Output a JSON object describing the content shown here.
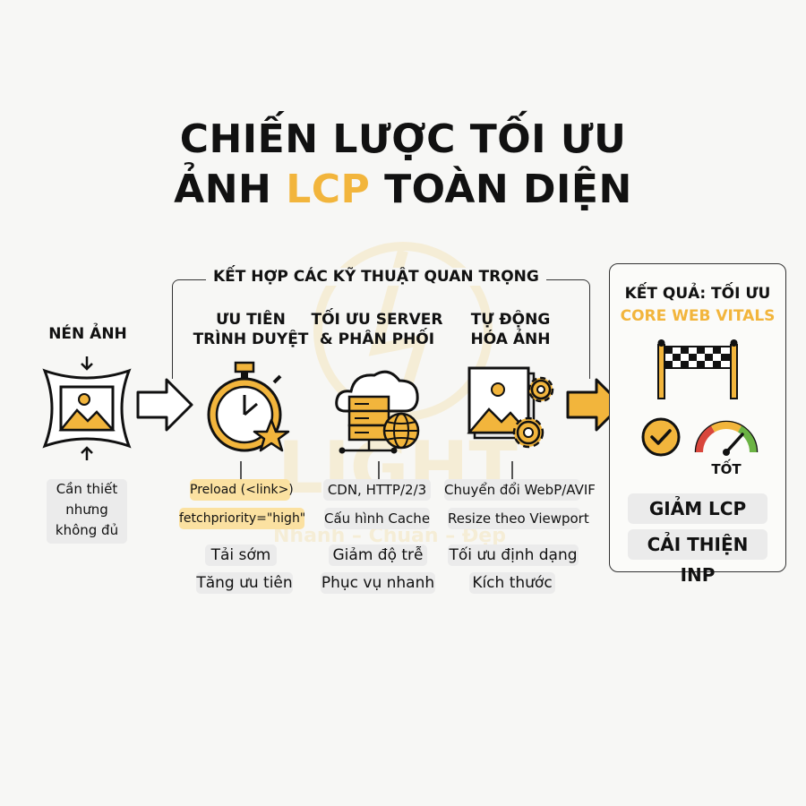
{
  "title": {
    "line1": "CHIẾN LƯỢC TỐI ƯU",
    "line2_pre": "ẢNH ",
    "line2_accent": "LCP",
    "line2_post": " TOÀN DIỆN"
  },
  "watermark": {
    "brand": "LIGHT",
    "tagline": "Nhanh – Chuẩn – Đẹp"
  },
  "compress": {
    "label": "NÉN ẢNH",
    "notes": [
      "Cần thiết",
      "nhưng",
      "không đủ"
    ]
  },
  "combine_label": "KẾT HỢP CÁC KỸ THUẬT QUAN TRỌNG",
  "columns": [
    {
      "head": [
        "ƯU TIÊN",
        "TRÌNH DUYỆT"
      ],
      "tech": [
        "Preload (<link>)",
        "fetchpriority=\"high\""
      ],
      "benefits": [
        "Tải sớm",
        "Tăng ưu tiên"
      ]
    },
    {
      "head": [
        "TỐI ƯU SERVER",
        "& PHÂN PHỐI"
      ],
      "tech": [
        "CDN, HTTP/2/3",
        "Cấu hình Cache"
      ],
      "benefits": [
        "Giảm độ trễ",
        "Phục vụ nhanh"
      ]
    },
    {
      "head": [
        "TỰ ĐỘNG",
        "HÓA ẢNH"
      ],
      "tech": [
        "Chuyển đổi WebP/AVIF",
        "Resize theo Viewport"
      ],
      "benefits": [
        "Tối ưu định dạng",
        "Kích thước"
      ]
    }
  ],
  "result": {
    "title": "KẾT QUẢ: TỐI ƯU",
    "subtitle": "CORE WEB VITALS",
    "gauge_label": "TỐT",
    "outcomes": [
      "GIẢM LCP",
      "CẢI THIỆN INP"
    ]
  },
  "colors": {
    "accent": "#f2b53c",
    "chip_grey": "#ebebeb",
    "chip_yellow": "#fbe1a1",
    "gauge_green": "#6bb344",
    "gauge_red": "#d9463c"
  },
  "icons": [
    "compress-image-icon",
    "stopwatch-star-icon",
    "cloud-server-globe-icon",
    "image-gears-icon",
    "finish-flag-icon",
    "checkmark-circle-icon",
    "speed-gauge-icon",
    "arrow-right-icon"
  ]
}
